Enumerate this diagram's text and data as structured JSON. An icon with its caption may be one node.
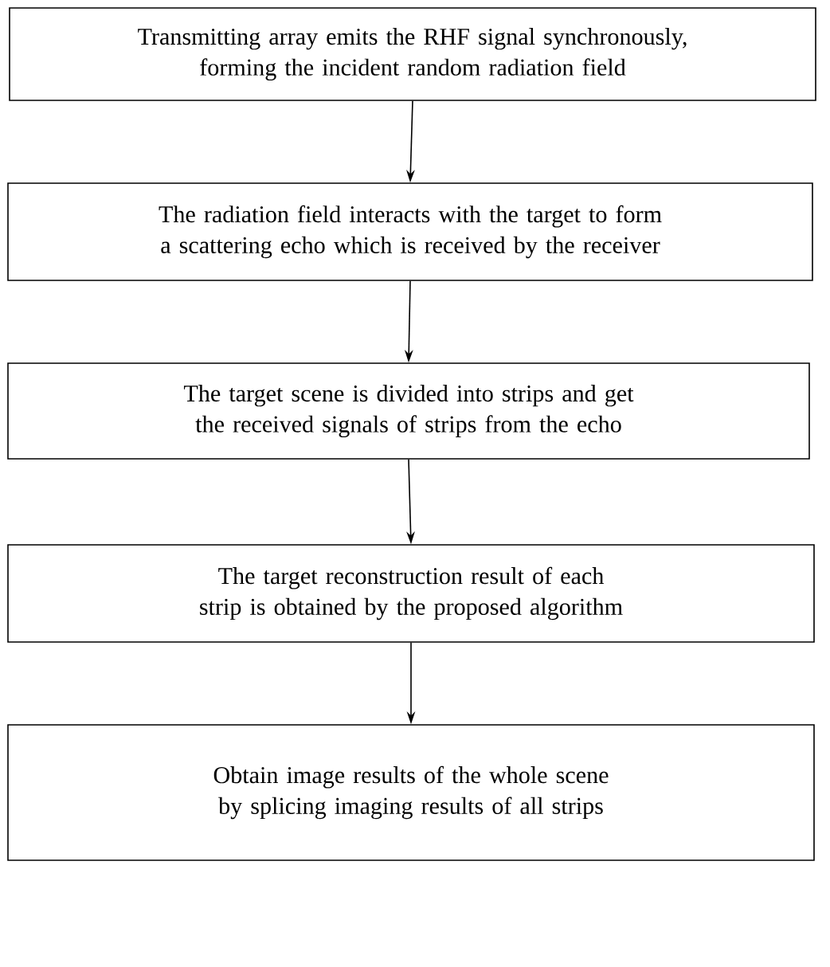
{
  "diagram": {
    "nodes": [
      {
        "text": [
          "Transmitting array emits the RHF signal synchronously, forming the incident random radiation field"
        ]
      },
      {
        "text": [
          "The radiation field interacts with the target to form a scattering echo which is received by the receiver"
        ]
      },
      {
        "text": [
          "The target scene is divided into strips and get the received signals of strips from the echo"
        ]
      },
      {
        "text": [
          "The target reconstruction result of each strip is obtained by the proposed algorithm"
        ]
      },
      {
        "text": [
          "Obtain image results of the whole scene by splicing imaging results of all strips"
        ]
      }
    ],
    "edges": [
      {
        "from": 0,
        "to": 1,
        "arrow": "to"
      },
      {
        "from": 1,
        "to": 2,
        "arrow": "to"
      },
      {
        "from": 2,
        "to": 3,
        "arrow": "to"
      },
      {
        "from": 3,
        "to": 4,
        "arrow": "to"
      }
    ]
  }
}
